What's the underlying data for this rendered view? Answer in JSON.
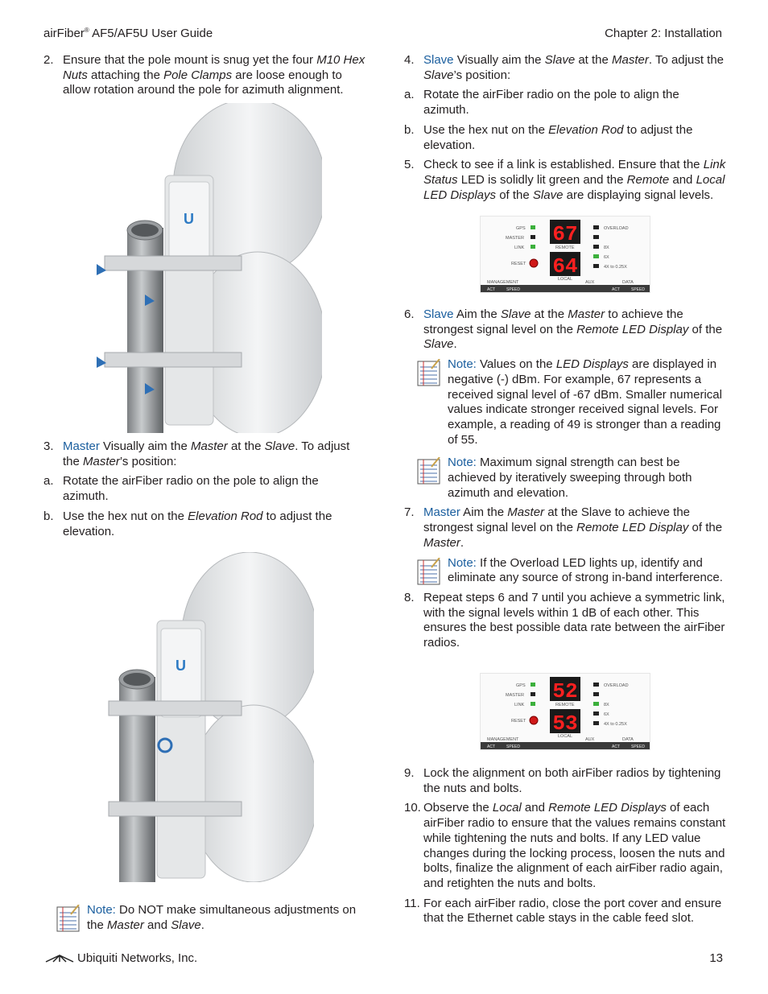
{
  "header": {
    "left_brand": "airFiber",
    "left_reg": "®",
    "left_rest": " AF5/AF5U User Guide",
    "right": "Chapter 2: Installation"
  },
  "left": {
    "step2": {
      "num": "2.",
      "t1": "Ensure that the pole mount is snug yet the four ",
      "t2": "M10 Hex Nuts",
      "t3": " attaching the ",
      "t4": "Pole Clamps",
      "t5": " are loose enough to allow rotation around the pole for azimuth alignment."
    },
    "step3": {
      "num": "3.",
      "label": "Master",
      "t1": "  Visually aim the ",
      "t2": "Master",
      "t3": " at the ",
      "t4": "Slave",
      "t5": ". To adjust the ",
      "t6": "Master",
      "t7": "’s position:"
    },
    "step3a": {
      "num": "a.",
      "text": "Rotate the airFiber radio on the pole to align the azimuth."
    },
    "step3b": {
      "num": "b.",
      "t1": "Use the hex nut on the ",
      "t2": "Elevation Rod",
      "t3": " to adjust the elevation."
    },
    "note": {
      "label": "Note:",
      "t1": " Do NOT make simultaneous adjustments on the ",
      "t2": "Master",
      "t3": " and ",
      "t4": "Slave",
      "t5": "."
    }
  },
  "right": {
    "step4": {
      "num": "4.",
      "label": "Slave",
      "t1": "  Visually aim the ",
      "t2": "Slave",
      "t3": " at the ",
      "t4": "Master",
      "t5": ". To adjust the ",
      "t6": "Slave",
      "t7": "’s position:"
    },
    "step4a": {
      "num": "a.",
      "text": "Rotate the airFiber radio on the pole to align the azimuth."
    },
    "step4b": {
      "num": "b.",
      "t1": "Use the hex nut on the ",
      "t2": "Elevation Rod",
      "t3": " to adjust the elevation."
    },
    "step5": {
      "num": "5.",
      "t1": "Check to see if a link is established. Ensure that the ",
      "t2": "Link Status",
      "t3": " LED is solidly lit green and the ",
      "t4": "Remote",
      "t5": " and ",
      "t6": "Local LED Displays",
      "t7": " of the ",
      "t8": "Slave",
      "t9": " are displaying signal levels."
    },
    "step6": {
      "num": "6.",
      "label": "Slave",
      "t1": "  Aim the ",
      "t2": "Slave",
      "t3": " at the ",
      "t4": "Master",
      "t5": " to achieve the strongest signal level on the ",
      "t6": "Remote LED Display",
      "t7": " of the ",
      "t8": "Slave",
      "t9": "."
    },
    "note1": {
      "label": "Note:",
      "t1": " Values on the ",
      "t2": "LED Displays",
      "t3": " are displayed in negative (-) dBm. For example, 67 represents a received signal level of -67 dBm. Smaller numerical values indicate stronger received signal levels. For example, a reading of 49 is stronger than a reading of 55."
    },
    "note2": {
      "label": "Note:",
      "text": " Maximum signal strength can best be achieved by iteratively sweeping through both azimuth and elevation."
    },
    "step7": {
      "num": "7.",
      "label": "Master",
      "t1": "  Aim the ",
      "t2": "Master",
      "t3": " at the Slave to achieve the strongest signal level on the ",
      "t4": "Remote LED Display",
      "t5": " of the ",
      "t6": "Master",
      "t7": "."
    },
    "note3": {
      "label": "Note:",
      "text": " If the Overload LED lights up, identify and eliminate any source of strong in-band interference."
    },
    "step8": {
      "num": "8.",
      "text": "Repeat steps 6 and 7 until you achieve a symmetric link, with the signal levels within 1 dB of each other. This ensures the best possible data rate between the airFiber radios."
    },
    "step9": {
      "num": "9.",
      "text": "Lock the alignment on both airFiber radios by tightening the nuts and bolts."
    },
    "step10": {
      "num": "10.",
      "t1": "Observe the ",
      "t2": "Local",
      "t3": " and ",
      "t4": "Remote LED Displays",
      "t5": " of each airFiber radio to ensure that the values remains constant while tightening the nuts and bolts. If any LED value changes during the locking process, loosen the nuts and bolts, finalize the alignment of each airFiber radio again, and retighten the nuts and bolts."
    },
    "step11": {
      "num": "11.",
      "text": "For each airFiber radio, close the port cover and ensure that the Ethernet cable stays in the cable feed slot."
    }
  },
  "panels": [
    {
      "remote": "67",
      "local": "64"
    },
    {
      "remote": "52",
      "local": "53"
    }
  ],
  "panel_labels": {
    "gps": "GPS",
    "master": "MASTER",
    "link": "LINK",
    "reset": "RESET",
    "remote": "REMOTE",
    "local": "LOCAL",
    "overload": "OVERLOAD",
    "r8x": "8X",
    "r6x": "6X",
    "r4x": "4X to 0.25X",
    "management": "MANAGEMENT",
    "aux": "AUX",
    "data": "DATA",
    "act": "ACT",
    "speed": "SPEED"
  },
  "footer": {
    "company": "Ubiquiti Networks, Inc.",
    "page": "13"
  },
  "colors": {
    "accent": "#1a5e9e",
    "led_red": "#e01010",
    "led_green": "#3cb03c"
  }
}
